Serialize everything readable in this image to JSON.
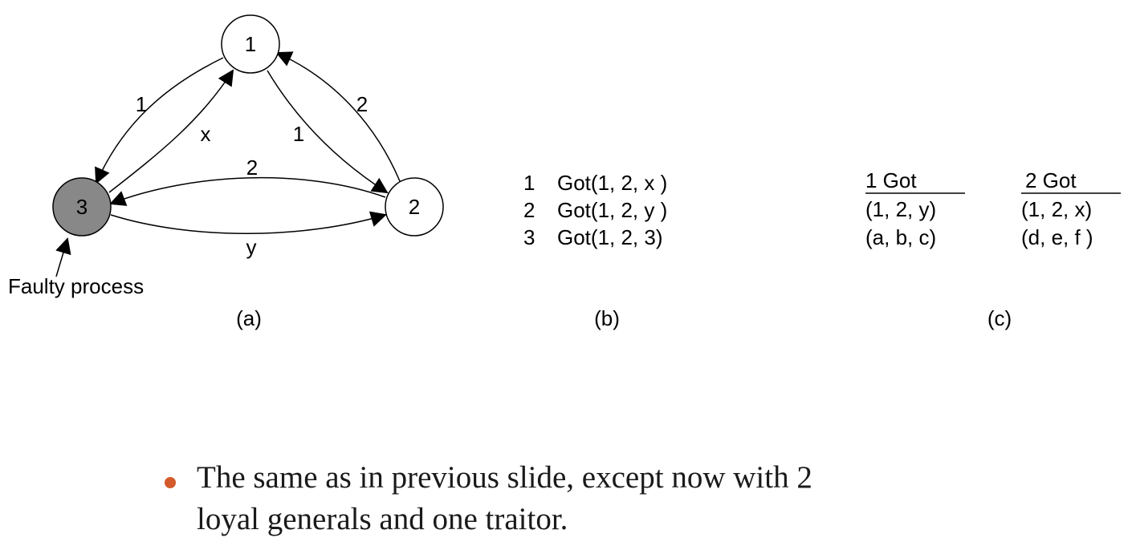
{
  "diagram": {
    "nodes": [
      {
        "id": "1",
        "label": "1",
        "faulty": false
      },
      {
        "id": "2",
        "label": "2",
        "faulty": false
      },
      {
        "id": "3",
        "label": "3",
        "faulty": true
      }
    ],
    "edges": [
      {
        "from": "1",
        "to": "3",
        "label": "1"
      },
      {
        "from": "3",
        "to": "1",
        "label": "x"
      },
      {
        "from": "1",
        "to": "2",
        "label": "1"
      },
      {
        "from": "2",
        "to": "1",
        "label": "2"
      },
      {
        "from": "2",
        "to": "3",
        "label": "2"
      },
      {
        "from": "3",
        "to": "2",
        "label": "y"
      }
    ],
    "faulty_note": "Faulty process",
    "colors": {
      "faulty_fill": "#888888",
      "normal_fill": "#ffffff",
      "stroke": "#000000",
      "bullet": "#d35a2a"
    }
  },
  "captions": {
    "a": "(a)",
    "b": "(b)",
    "c": "(c)"
  },
  "panel_b": {
    "rows": [
      {
        "num": "1",
        "text": "Got(1, 2, x )"
      },
      {
        "num": "2",
        "text": "Got(1, 2, y )"
      },
      {
        "num": "3",
        "text": "Got(1, 2, 3)"
      }
    ]
  },
  "panel_c": {
    "columns": [
      {
        "header": "1 Got",
        "rows": [
          "(1, 2,  y)",
          "(a, b,  c)"
        ]
      },
      {
        "header": "2 Got",
        "rows": [
          "(1, 2,  x)",
          "(d, e,  f )"
        ]
      }
    ]
  },
  "bullet": {
    "line1": "The same as in previous slide, except now with 2",
    "line2": "loyal generals and one traitor."
  }
}
